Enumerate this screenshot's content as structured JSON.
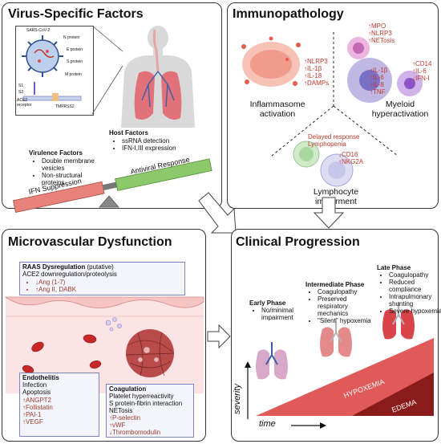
{
  "panels": {
    "virus": {
      "title": "Virus-Specific Factors",
      "inset_labels": {
        "sars": "SARS-CoV-2",
        "n_protein": "N protein",
        "e_protein": "E protein",
        "s_protein": "S protein",
        "m_protein": "M protein",
        "s1": "S1",
        "s2": "S2",
        "ace2": "ACE2 receptor",
        "tmprss2": "TMPRSS2"
      },
      "host_factors": {
        "heading": "Host Factors",
        "items": [
          "ssRNA detection",
          "IFN-I,III expression"
        ]
      },
      "virulence_factors": {
        "heading": "Virulence Factors",
        "items": [
          "Double membrane vesicles",
          "Non-structural proteins"
        ]
      },
      "seesaw": {
        "left": "IFN Suppression",
        "right": "Antiviral Response"
      }
    },
    "immuno": {
      "title": "Immunopathology",
      "inflammasome": {
        "markers": [
          "↑NLRP3",
          "↑IL-1β",
          "↑IL-18",
          "↑DAMPs"
        ],
        "caption": [
          "Inflammasome",
          "activation"
        ]
      },
      "myeloid": {
        "markers_top": [
          "↑MPO",
          "↑NLRP3",
          "↑NETosis"
        ],
        "markers_left": [
          "↑IL-1β",
          "↑IL-6",
          "↑IL-8",
          "↑TNF"
        ],
        "markers_right": [
          "↑CD14",
          "↑IL-6",
          "↓IFN-I"
        ],
        "caption": [
          "Myeloid",
          "hyperactivation"
        ]
      },
      "lymphocyte": {
        "markers_top": [
          "Delayed response",
          "Lymphopenia"
        ],
        "markers": [
          "↓CD16",
          "↑NKG2A"
        ],
        "caption": [
          "Lymphocyte",
          "impairment"
        ]
      }
    },
    "micro": {
      "title": "Microvascular Dysfunction",
      "raas": {
        "heading": "RAAS Dysregulation",
        "heading_note": "(putative)",
        "line": "ACE2 downregulation/proteolysis",
        "items": [
          "↓Ang (1-7)",
          "↑Ang II, DABK"
        ]
      },
      "endothelitis": {
        "heading": "Endothelitis",
        "items": [
          "Infection",
          "Apoptosis"
        ],
        "markers": [
          "↑ANGPT2",
          "↑Follistatin",
          "↑PAI-1",
          "↑VEGF"
        ]
      },
      "coagulation": {
        "heading": "Coagulation",
        "items": [
          "Platelet hyperreactivity",
          "S protein-fibrin interaction",
          "NETosis"
        ],
        "markers": [
          "↑P-selectin",
          "↑vWF",
          "↓Thrombomodulin"
        ]
      }
    },
    "clinical": {
      "title": "Clinical Progression",
      "early": {
        "heading": "Early Phase",
        "items": [
          "No/minimal impairment"
        ]
      },
      "intermediate": {
        "heading": "Intermediate Phase",
        "items": [
          "Coagulopathy",
          "Preserved respiratory mechanics",
          "\"Silent\" hypoxemia"
        ]
      },
      "late": {
        "heading": "Late Phase",
        "items": [
          "Coagulopathy",
          "Reduced compliance",
          "Intrapulmonary shunting",
          "Severe hypoxemia"
        ]
      },
      "axis_y": "severity",
      "axis_x": "time",
      "bands": {
        "hypoxemia": "HYPOXEMIA",
        "edema": "EDEMA"
      }
    }
  },
  "colors": {
    "red_marker": "#c0392b",
    "box_border": "#7b84c4",
    "ifn_bar": "#e8827a",
    "antiviral_bar": "#8cc96a",
    "hypoxemia_band": "#e05a5a",
    "edema_band": "#8b1a1a"
  }
}
